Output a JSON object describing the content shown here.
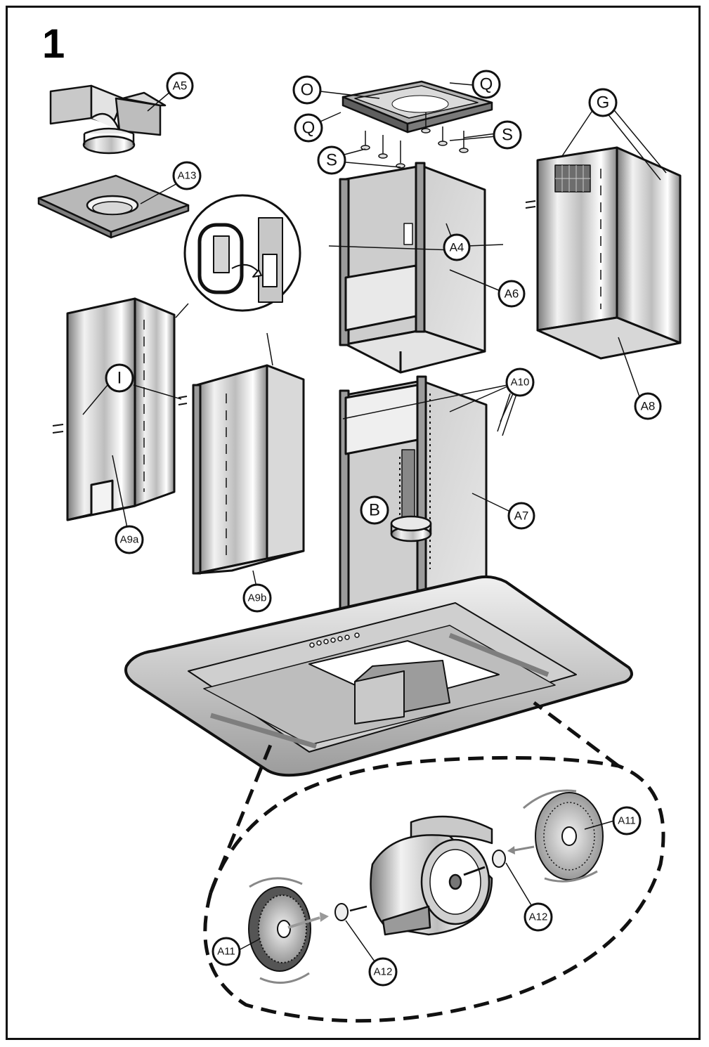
{
  "figure_number": "1",
  "labels": {
    "a5": "A5",
    "a13": "A13",
    "o": "O",
    "q_top": "Q",
    "q_left": "Q",
    "s_right": "S",
    "s_left": "S",
    "g": "G",
    "a4": "A4",
    "a6": "A6",
    "a8": "A8",
    "i": "I",
    "a9a": "A9a",
    "a9b": "A9b",
    "a10": "A10",
    "b": "B",
    "a7": "A7",
    "a11_right": "A11",
    "a12_right": "A12",
    "a11_left": "A11",
    "a12_left": "A12"
  },
  "colors": {
    "line": "#111111",
    "metal_light": "#e8e8e8",
    "metal_mid": "#b5b5b5",
    "metal_dark": "#6a6a6a",
    "panel_fill": "#d9d9d9"
  }
}
